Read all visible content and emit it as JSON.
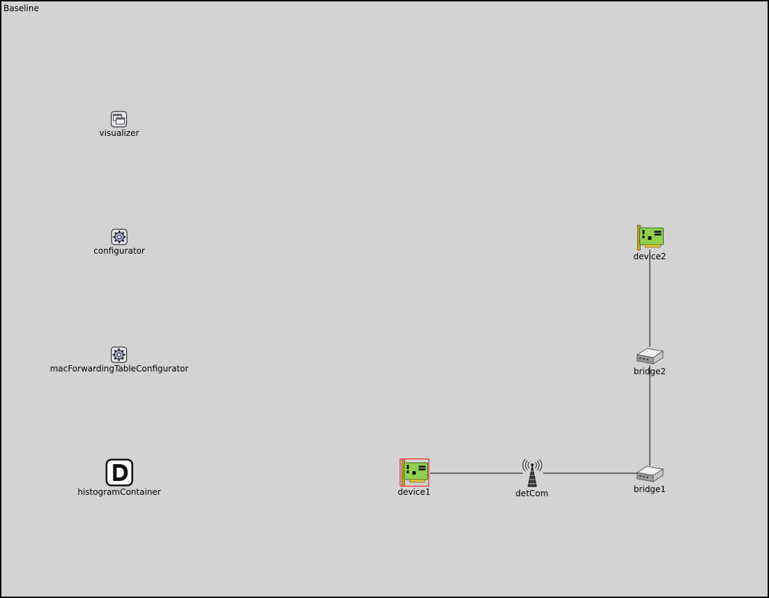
{
  "network": {
    "title": "Baseline"
  },
  "nodes": {
    "visualizer": {
      "label": "visualizer",
      "icon": "visualizer-window-icon"
    },
    "configurator": {
      "label": "configurator",
      "icon": "gear-icon"
    },
    "macForwardingTableConfigurator": {
      "label": "macForwardingTableConfigurator",
      "icon": "gear-icon"
    },
    "histogramContainer": {
      "label": "histogramContainer",
      "icon": "letter-d-icon"
    },
    "device1": {
      "label": "device1",
      "icon": "network-card-icon",
      "selected": true
    },
    "detCom": {
      "label": "detCom",
      "icon": "antenna-tower-icon"
    },
    "bridge1": {
      "label": "bridge1",
      "icon": "switch-icon"
    },
    "bridge2": {
      "label": "bridge2",
      "icon": "switch-icon"
    },
    "device2": {
      "label": "device2",
      "icon": "network-card-icon"
    }
  },
  "colors": {
    "background": "#d3d3d3",
    "selection": "#ff0000",
    "card": "#8fd14f",
    "link": "#000000"
  }
}
